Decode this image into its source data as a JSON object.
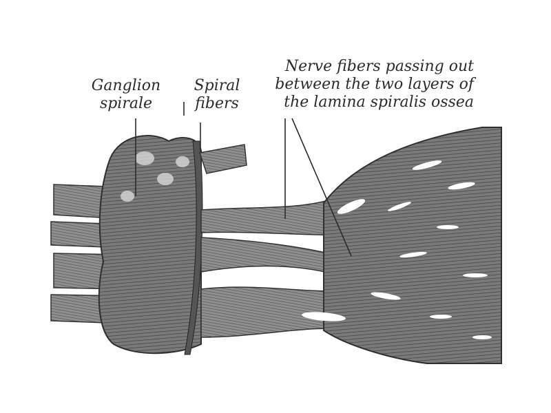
{
  "figure": {
    "subject": "Cochlear nerve fibers, ganglion spirale and lamina spiralis ossea",
    "labels": {
      "ganglion_spirale": [
        "Ganglion",
        "spirale"
      ],
      "spiral_fibers": [
        "Spiral",
        "fibers"
      ],
      "nerve_fibers": [
        "Nerve fibers  passing out",
        "between the two layers of",
        "the lamina spiralis ossea"
      ]
    },
    "colors": {
      "ink": "#2b2b2b",
      "tissue_dark": "#5a5a5a",
      "tissue_mid": "#8a8a8a",
      "tissue_light": "#b8b8b8",
      "background": "#ffffff"
    }
  }
}
